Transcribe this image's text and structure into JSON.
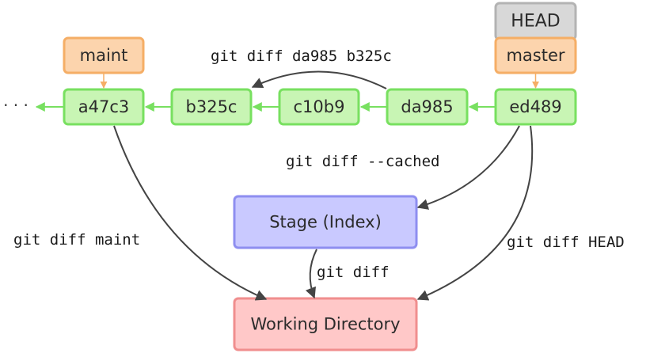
{
  "refs": {
    "head": "HEAD",
    "master": "master",
    "maint": "maint"
  },
  "commits": {
    "a47c3": "a47c3",
    "b325c": "b325c",
    "c10b9": "c10b9",
    "da985": "da985",
    "ed489": "ed489",
    "ellipsis": "· · ·"
  },
  "areas": {
    "stage": "Stage (Index)",
    "working_directory": "Working Directory"
  },
  "commands": {
    "diff_commits": "git diff da985 b325c",
    "diff_cached": "git diff --cached",
    "diff_maint": "git diff maint",
    "diff_plain": "git diff",
    "diff_head": "git diff HEAD"
  },
  "colors": {
    "commit_fill": "#c8f5b4",
    "commit_stroke": "#78e060",
    "ref_fill": "#fcd4ad",
    "ref_stroke": "#f5ae66",
    "head_fill": "#d8d8d8",
    "head_stroke": "#b3b3b3",
    "stage_fill": "#c9c9ff",
    "stage_stroke": "#8e8ef0",
    "workdir_fill": "#ffc8c8",
    "workdir_stroke": "#f08e8e",
    "edge": "#444444"
  }
}
